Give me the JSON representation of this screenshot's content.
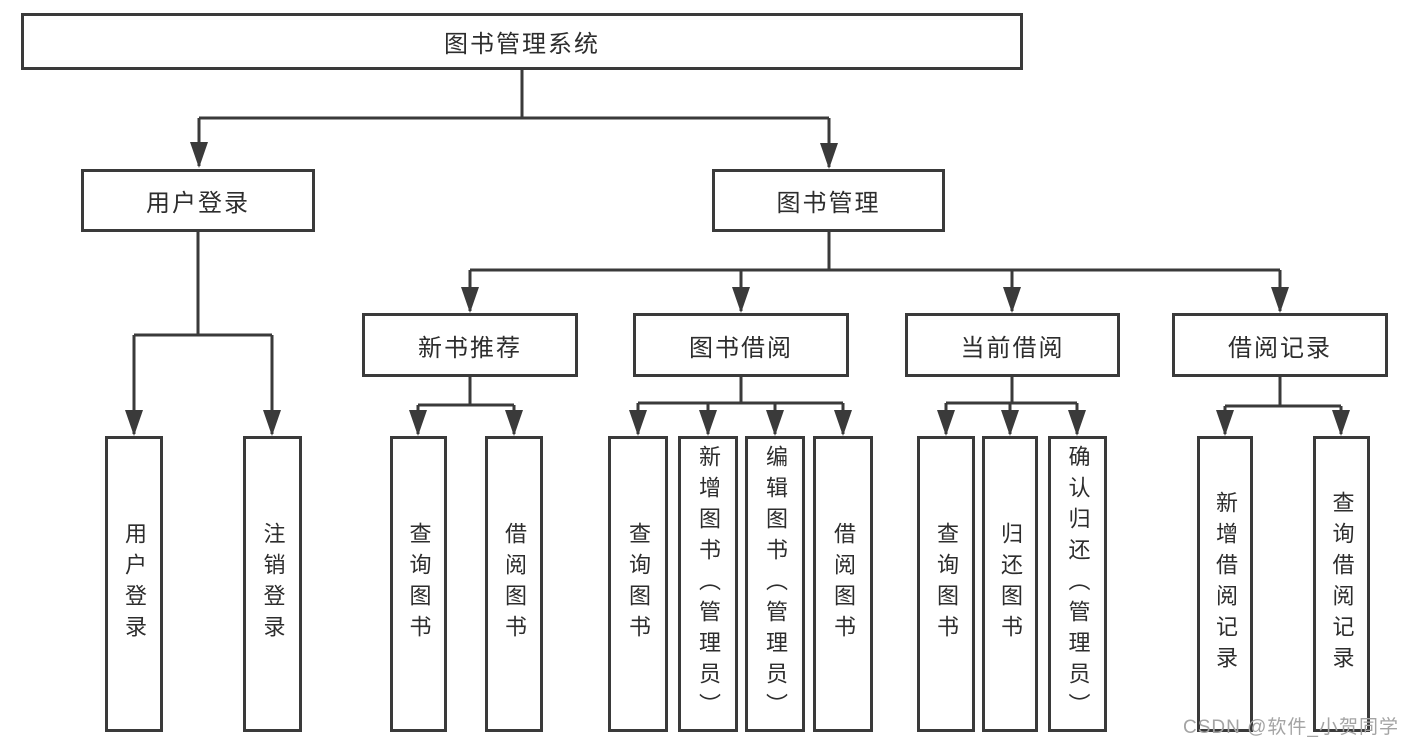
{
  "colors": {
    "line": "#3a3a3a",
    "box_border": "#3a3a3a",
    "box_background": "#ffffff",
    "text": "#2d2d2d",
    "watermark": "#a4a4a4",
    "background": "#ffffff"
  },
  "tree": {
    "root": {
      "label": "图书管理系统",
      "children": [
        {
          "label": "用户登录",
          "children": [
            {
              "label": "用户登录"
            },
            {
              "label": "注销登录"
            }
          ]
        },
        {
          "label": "图书管理",
          "children": [
            {
              "label": "新书推荐",
              "children": [
                {
                  "label": "查询图书"
                },
                {
                  "label": "借阅图书"
                }
              ]
            },
            {
              "label": "图书借阅",
              "children": [
                {
                  "label": "查询图书"
                },
                {
                  "label": "新增图书（管理员）"
                },
                {
                  "label": "编辑图书（管理员）"
                },
                {
                  "label": "借阅图书"
                }
              ]
            },
            {
              "label": "当前借阅",
              "children": [
                {
                  "label": "查询图书"
                },
                {
                  "label": "归还图书"
                },
                {
                  "label": "确认归还（管理员）"
                }
              ]
            },
            {
              "label": "借阅记录",
              "children": [
                {
                  "label": "新增借阅记录"
                },
                {
                  "label": "查询借阅记录"
                }
              ]
            }
          ]
        }
      ]
    }
  },
  "watermark": {
    "text": "CSDN @软件_小贺同学"
  }
}
